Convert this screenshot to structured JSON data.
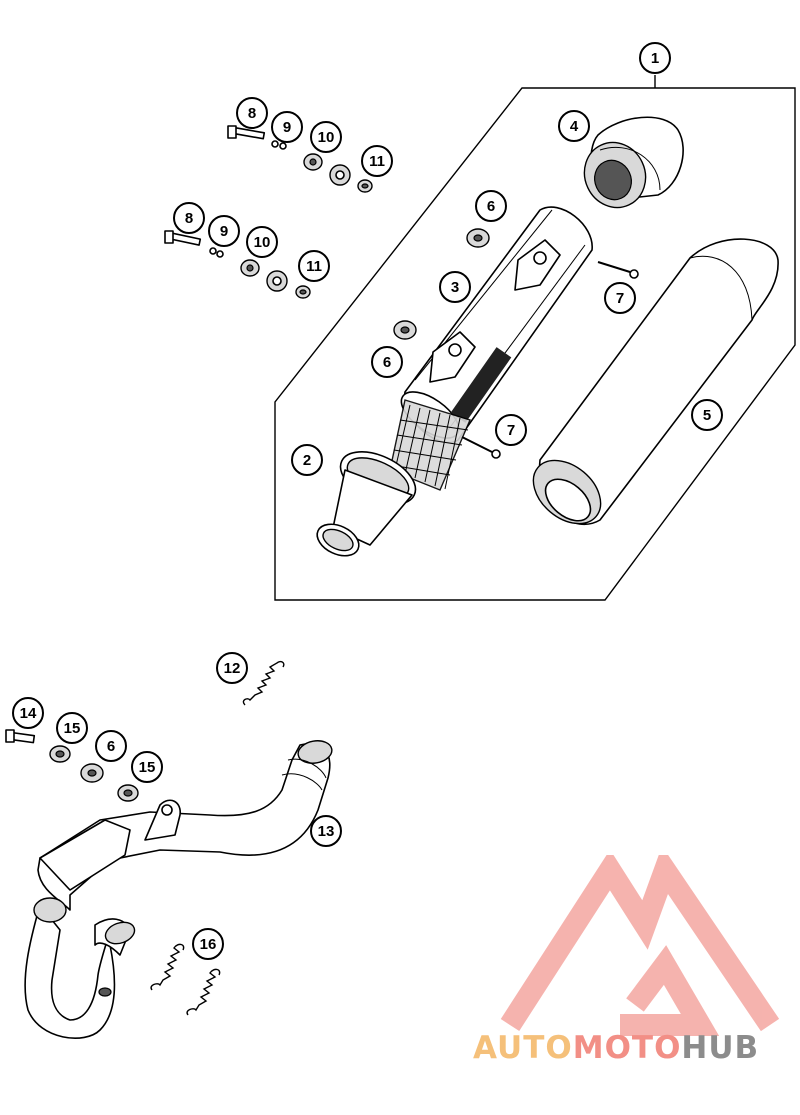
{
  "diagram": {
    "callouts": [
      "1",
      "2",
      "3",
      "4",
      "5",
      "6",
      "6",
      "6",
      "7",
      "7",
      "8",
      "8",
      "9",
      "9",
      "10",
      "10",
      "11",
      "11",
      "12",
      "13",
      "14",
      "15",
      "15",
      "16"
    ]
  },
  "watermark": {
    "part1": "AUTO",
    "part2": "MOTO",
    "part3": "HUB",
    "colors": {
      "auto": "#f5c07a",
      "moto": "#f28f86",
      "hub": "#8c8c8c",
      "logo": "#f4a6a0"
    }
  }
}
